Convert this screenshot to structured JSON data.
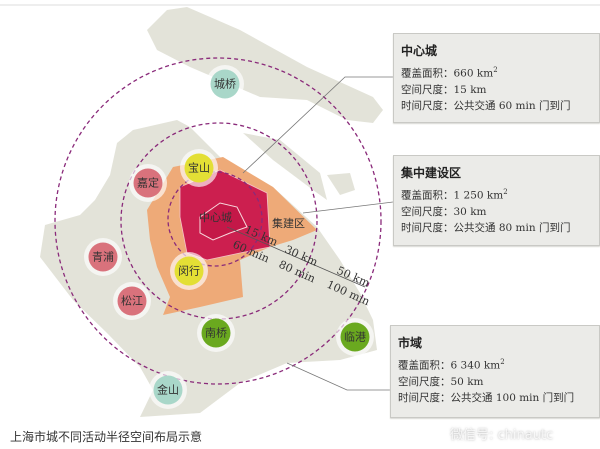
{
  "caption": "上海市城不同活动半径空间布局示意",
  "watermark": "微信号: chinautc",
  "map": {
    "core_label": "中心城",
    "built_label": "集建区",
    "radius_labels": {
      "r15_km": "15 km",
      "r15_min": "60 min",
      "r30_km": "30 km",
      "r30_min": "80 min",
      "r50_km": "50 km",
      "r50_min": "100 min"
    },
    "nodes": [
      {
        "name": "城桥",
        "type": "teal"
      },
      {
        "name": "宝山",
        "type": "yellow"
      },
      {
        "name": "嘉定",
        "type": "pink"
      },
      {
        "name": "青浦",
        "type": "pink"
      },
      {
        "name": "闵行",
        "type": "yellow"
      },
      {
        "name": "松江",
        "type": "pink"
      },
      {
        "name": "南桥",
        "type": "green"
      },
      {
        "name": "临港",
        "type": "green"
      },
      {
        "name": "金山",
        "type": "teal"
      }
    ],
    "colors": {
      "land": "#e3e3d9",
      "built": "#eeaa78",
      "core": "#cc1f4f",
      "ring": "#8a2a7a",
      "pink": "#d9727c",
      "yellow": "#e3df35",
      "green": "#6aa91f",
      "teal": "#a9d7c9"
    }
  },
  "boxes": {
    "center": {
      "title": "中心城",
      "area_label": "覆盖面积：",
      "area": "660 km",
      "sup": "2",
      "space_label": "空间尺度：",
      "space": "15 km",
      "time_label": "时间尺度：",
      "time": "公共交通 60 min 门到门"
    },
    "built": {
      "title": "集中建设区",
      "area_label": "覆盖面积：",
      "area": "1 250 km",
      "sup": "2",
      "space_label": "空间尺度：",
      "space": "30 km",
      "time_label": "时间尺度：",
      "time": "公共交通 80 min 门到门"
    },
    "city": {
      "title": "市域",
      "area_label": "覆盖面积：",
      "area": "6 340 km",
      "sup": "2",
      "space_label": "空间尺度：",
      "space": "50 km",
      "time_label": "时间尺度：",
      "time": "公共交通 100 min 门到门"
    }
  }
}
